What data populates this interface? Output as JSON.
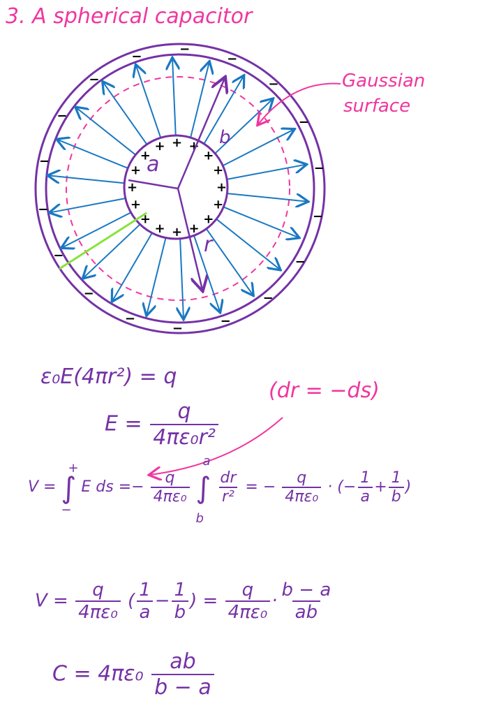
{
  "title": "3. A spherical capacitor",
  "annotation": {
    "line1": "Gaussian",
    "line2": "surface"
  },
  "labels": {
    "a": "a",
    "b": "b",
    "r": "r"
  },
  "charges": {
    "plus": "+",
    "minus": "−"
  },
  "colors": {
    "title": "#f0369f",
    "field": "#1a78c2",
    "conductor": "#7432a6",
    "gaussian": "#f0369f",
    "highlight": "#86e33a"
  },
  "note": "(dr = −ds)",
  "equations": {
    "gauss_law": "ε₀E(4πr²) = q",
    "field_lhs": "E =",
    "field_num": "q",
    "field_den": "4πε₀r²",
    "v1_lhs": "V =",
    "v1_upper": "+",
    "v1_lower": "−",
    "v1_integrand": "E ds =",
    "v1_minus": "−",
    "v1_frac_num": "q",
    "v1_frac_den": "4πε₀",
    "v1_int_upper": "a",
    "v1_int_lower": "b",
    "v1_int_num": "dr",
    "v1_int_den": "r²",
    "v1_eq2": "= −",
    "v1_frac2_num": "q",
    "v1_frac2_den": "4πε₀",
    "v1_tail": "· (−",
    "v1_t1_num": "1",
    "v1_t1_den": "a",
    "v1_plus": "+",
    "v1_t2_num": "1",
    "v1_t2_den": "b",
    "v1_close": ")",
    "v2_lhs": "V =",
    "v2_frac_num": "q",
    "v2_frac_den": "4πε₀",
    "v2_open": "(",
    "v2_t1_num": "1",
    "v2_t1_den": "a",
    "v2_minus": "−",
    "v2_t2_num": "1",
    "v2_t2_den": "b",
    "v2_close": ") =",
    "v2_frac2_num": "q",
    "v2_frac2_den": "4πε₀",
    "v2_dot": "·",
    "v2_frac3_num": "b − a",
    "v2_frac3_den": "ab",
    "c_lhs": "C = 4πε₀",
    "c_num": "ab",
    "c_den": "b − a"
  }
}
